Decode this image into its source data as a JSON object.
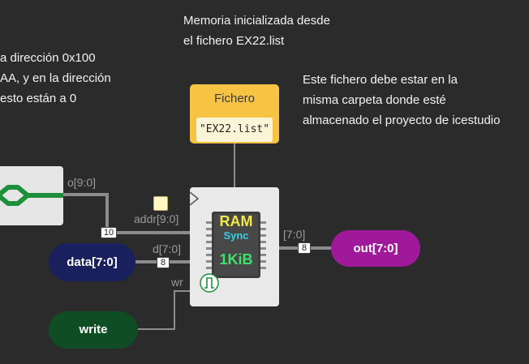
{
  "notes": {
    "top": [
      "Memoria inicializada desde",
      "el fichero EX22.list"
    ],
    "left": [
      "a dirección 0x100",
      "AA, y en la dirección",
      "esto están a 0"
    ],
    "right": [
      "Este fichero debe estar en la",
      "misma carpeta donde esté",
      "almacenado el proyecto de icestudio"
    ]
  },
  "fichero": {
    "title": "Fichero",
    "value": "\"EX22.list\""
  },
  "ram": {
    "title": "RAM",
    "subtitle": "Sync",
    "size": "1KiB",
    "clock_icon": "clock-pulse-icon",
    "inputs": {
      "addr": "addr[9:0]",
      "data": "d[7:0]",
      "wr": "wr"
    },
    "output": "[7:0]"
  },
  "generator": {
    "output": "o[9:0]"
  },
  "bus_widths": {
    "addr": "10",
    "data": "8",
    "out": "8"
  },
  "ports": {
    "data_in": "data[7:0]",
    "write": "write",
    "out": "out[7:0]"
  },
  "colors": {
    "background": "#2b2b2b",
    "fichero": "#f6c343",
    "data_in": "#1a1f5e",
    "write": "#0f4d24",
    "out": "#a0199b",
    "ram_title": "#f5e64a",
    "ram_sync": "#35d0e8",
    "ram_size": "#3fe06b"
  }
}
